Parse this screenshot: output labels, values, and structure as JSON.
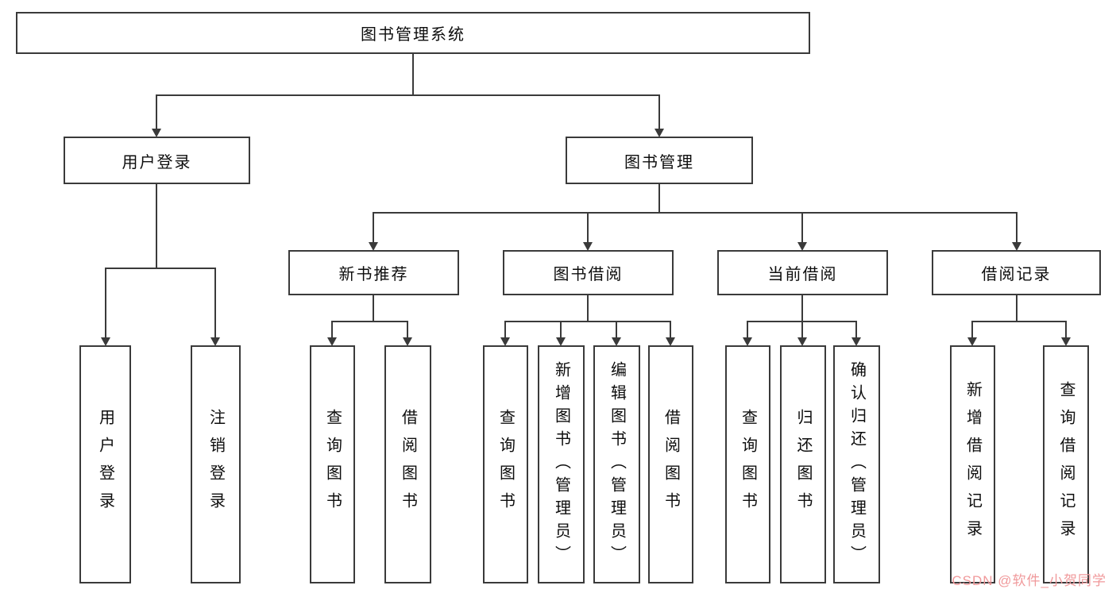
{
  "diagram": {
    "root": {
      "label": "图书管理系统"
    },
    "children": [
      {
        "label": "用户登录",
        "children": [
          {
            "label": "用户登录"
          },
          {
            "label": "注销登录"
          }
        ]
      },
      {
        "label": "图书管理",
        "children": [
          {
            "label": "新书推荐",
            "children": [
              {
                "label": "查询图书"
              },
              {
                "label": "借阅图书"
              }
            ]
          },
          {
            "label": "图书借阅",
            "children": [
              {
                "label": "查询图书"
              },
              {
                "label": "新增图书（管理员）"
              },
              {
                "label": "编辑图书（管理员）"
              },
              {
                "label": "借阅图书"
              }
            ]
          },
          {
            "label": "当前借阅",
            "children": [
              {
                "label": "查询图书"
              },
              {
                "label": "归还图书"
              },
              {
                "label": "确认归还（管理员）"
              }
            ]
          },
          {
            "label": "借阅记录",
            "children": [
              {
                "label": "新增借阅记录"
              },
              {
                "label": "查询借阅记录"
              }
            ]
          }
        ]
      }
    ]
  },
  "watermark": {
    "text": "CSDN @软件_小贺同学"
  },
  "colors": {
    "box_border": "#3a3a3a",
    "connector_line": "#3a3a3a",
    "text": "#0d0d0d",
    "watermark": "#f0999b",
    "background": "#ffffff"
  }
}
